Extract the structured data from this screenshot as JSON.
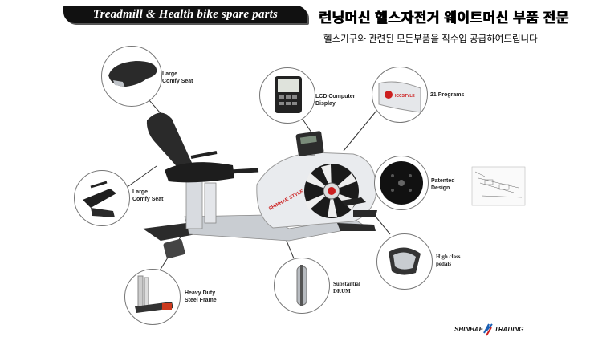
{
  "header": {
    "banner_title": "Treadmill & Health bike spare parts",
    "korean_title": "런닝머신 헬스자전거 웨이트머신 부품 전문",
    "korean_subtitle": "헬스기구와 관련된 모든부품을 직수입 공급하여드립니다"
  },
  "labels": {
    "seat_top": "Large\nComfy Seat",
    "lcd": "LCD Computer\nDisplay",
    "programs": "21 Programs",
    "seat_back": "Large\nComfy Seat",
    "patented": "Patented\nDesign",
    "pedals": "High class\npedals",
    "frame": "Heavy Duty\nSteel Frame",
    "drum": "Substantial\nDRUM"
  },
  "product": {
    "brand_text": "SHINHAE STYLE"
  },
  "brand": {
    "left": "SHINHAE",
    "right": "TRADING",
    "accent": "#1a5fb4",
    "accent2": "#cc1f1f"
  }
}
